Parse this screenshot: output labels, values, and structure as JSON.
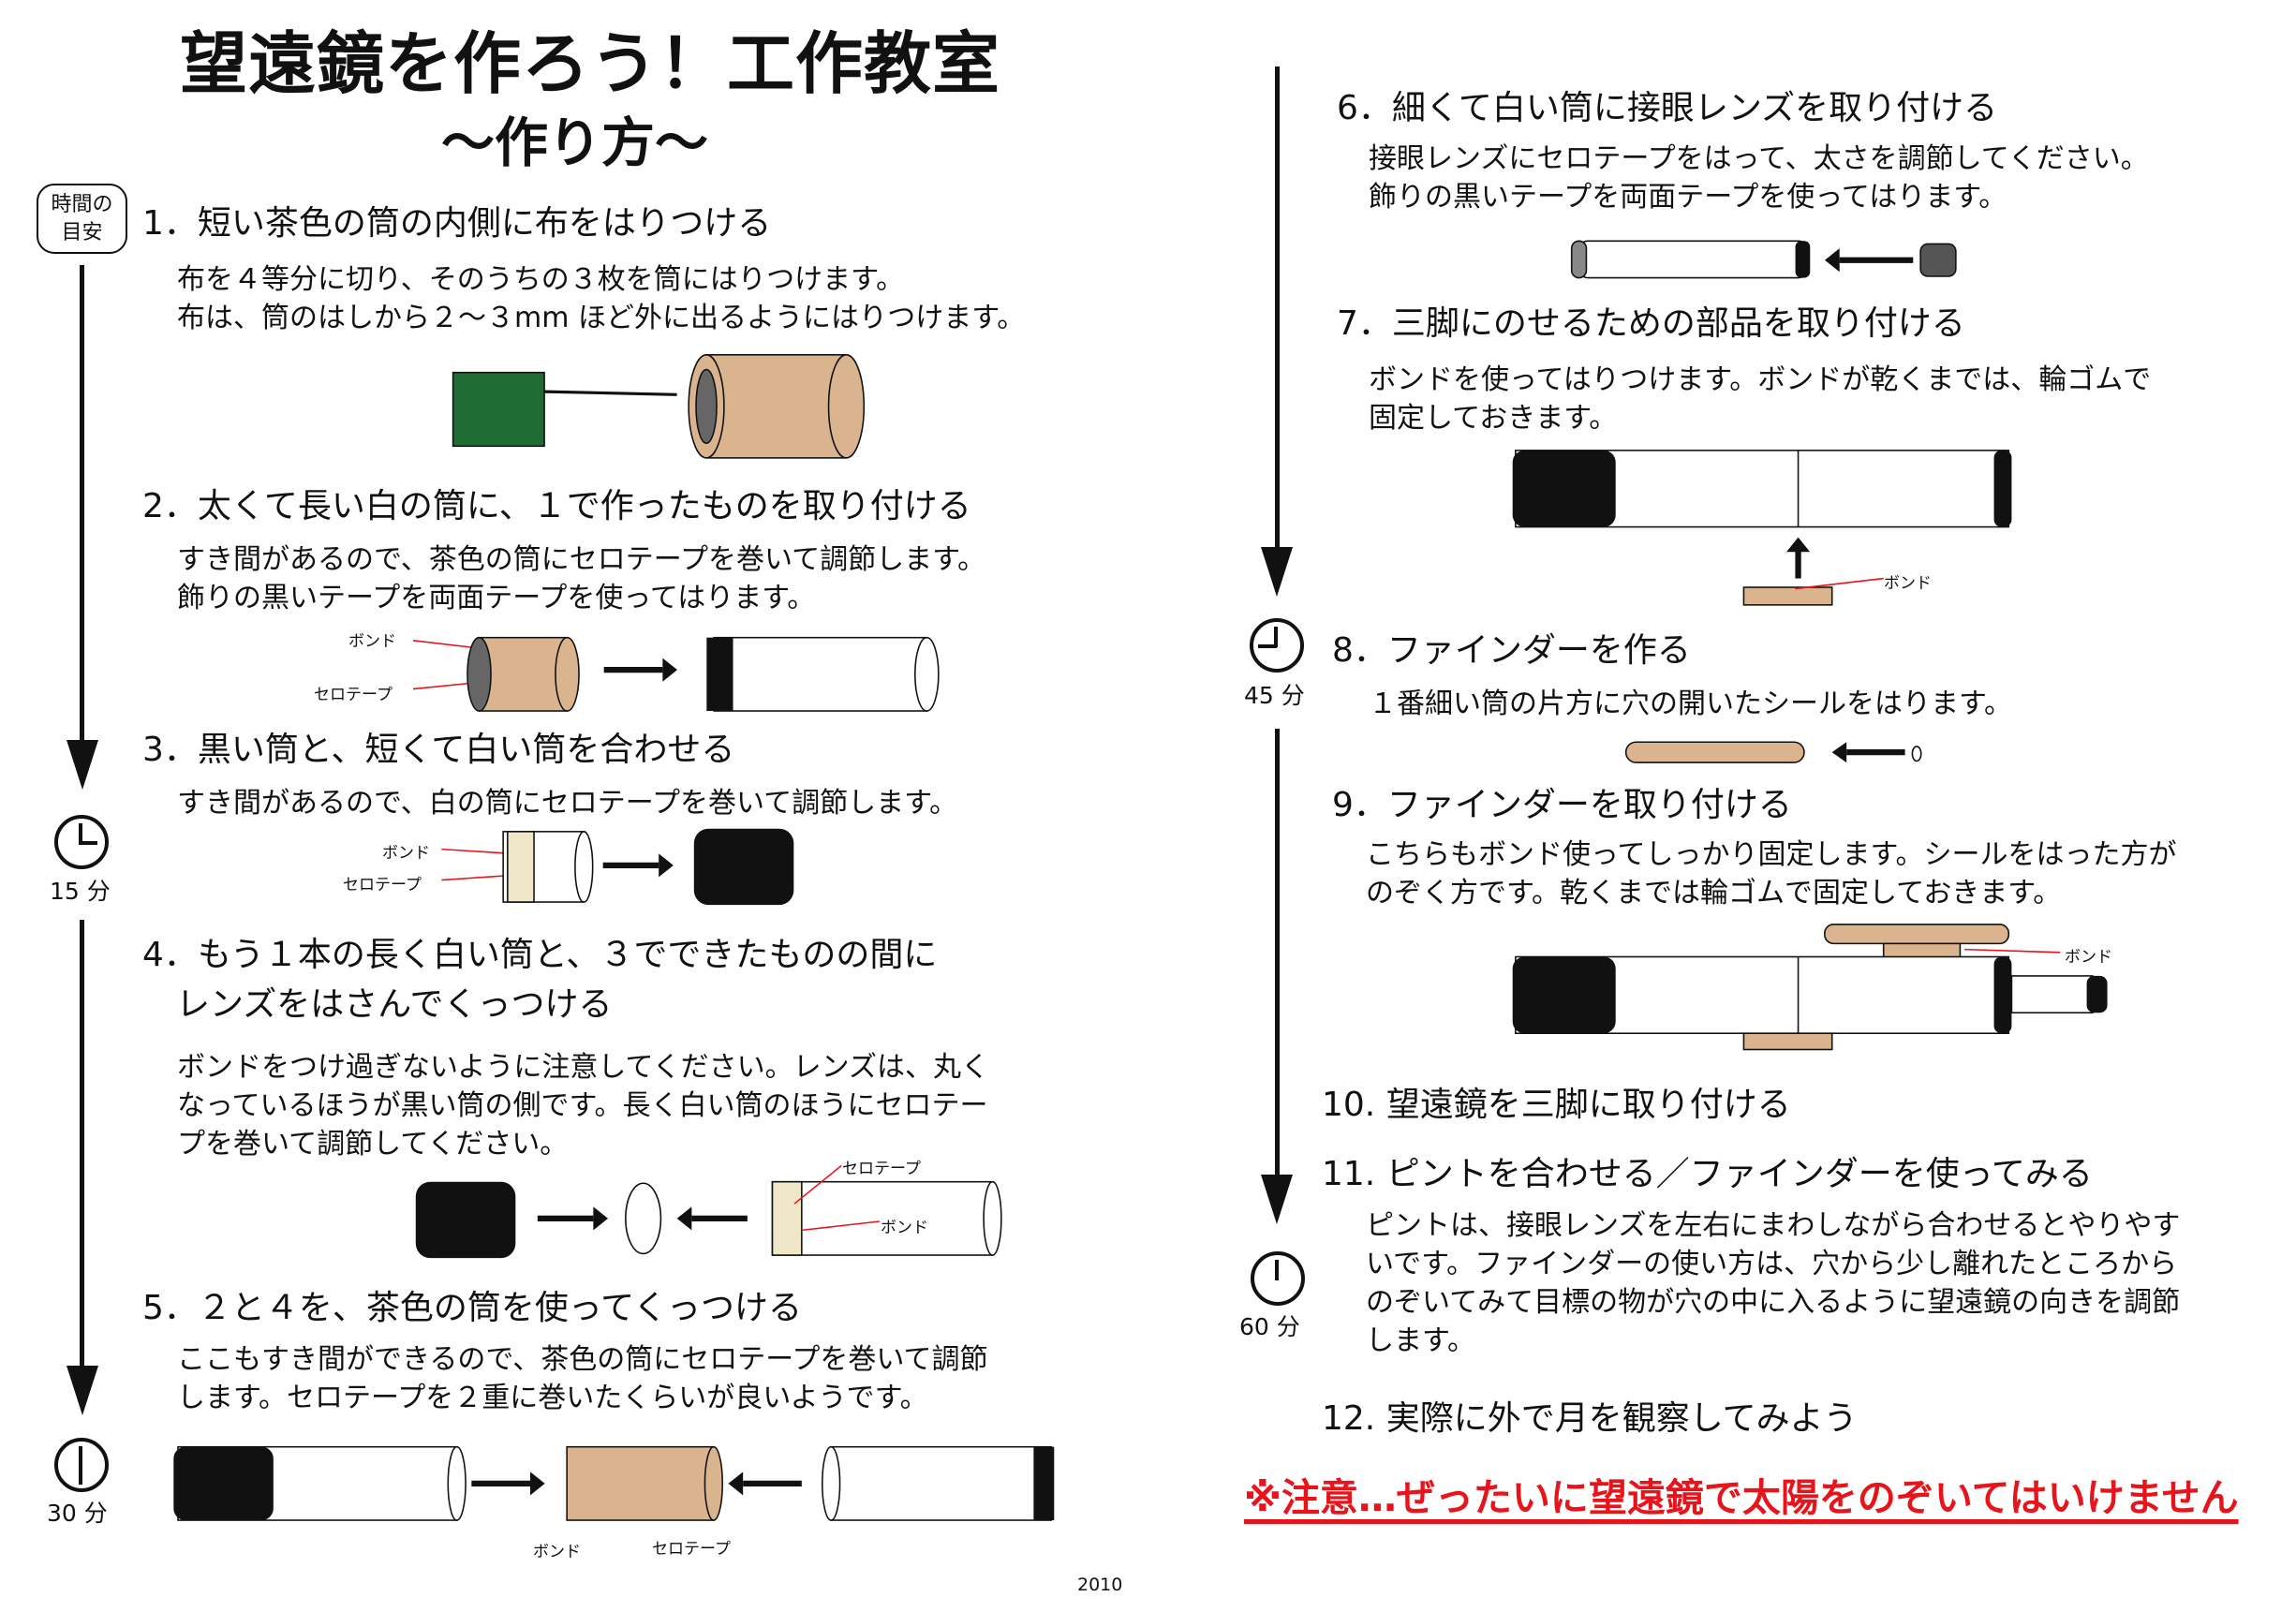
{
  "title": "望遠鏡を作ろう！工作教室",
  "subtitle": "～作り方～",
  "time_badge": [
    "時間の",
    "目安"
  ],
  "times": [
    "15 分",
    "30 分",
    "45 分",
    "60 分"
  ],
  "steps": [
    {
      "heading": "1．短い茶色の筒の内側に布をはりつける",
      "body": [
        "布を４等分に切り、そのうちの３枚を筒にはりつけます。",
        "布は、筒のはしから２～３mm ほど外に出るようにはりつけます。"
      ]
    },
    {
      "heading": "2．太くて長い白の筒に、１で作ったものを取り付ける",
      "body": [
        "すき間があるので、茶色の筒にセロテープを巻いて調節します。",
        "飾りの黒いテープを両面テープを使ってはります。"
      ]
    },
    {
      "heading": "3．黒い筒と、短くて白い筒を合わせる",
      "body": [
        "すき間があるので、白の筒にセロテープを巻いて調節します。"
      ]
    },
    {
      "heading": [
        "4．もう１本の長く白い筒と、３でできたものの間に",
        "　レンズをはさんでくっつける"
      ],
      "body": [
        "ボンドをつけ過ぎないように注意してください。レンズは、丸く",
        "なっているほうが黒い筒の側です。長く白い筒のほうにセロテー",
        "プを巻いて調節してください。"
      ]
    },
    {
      "heading": "5．２と４を、茶色の筒を使ってくっつける",
      "body": [
        "ここもすき間ができるので、茶色の筒にセロテープを巻いて調節",
        "します。セロテープを２重に巻いたくらいが良いようです。"
      ]
    },
    {
      "heading": "6．細くて白い筒に接眼レンズを取り付ける",
      "body": [
        "接眼レンズにセロテープをはって、太さを調節してください。",
        "飾りの黒いテープを両面テープを使ってはります。"
      ]
    },
    {
      "heading": "7．三脚にのせるための部品を取り付ける",
      "body": [
        "ボンドを使ってはりつけます。ボンドが乾くまでは、輪ゴムで",
        "固定しておきます。"
      ]
    },
    {
      "heading": "8．ファインダーを作る",
      "body": [
        "１番細い筒の片方に穴の開いたシールをはります。"
      ]
    },
    {
      "heading": "9．ファインダーを取り付ける",
      "body": [
        "こちらもボンド使ってしっかり固定します。シールをはった方が",
        "のぞく方です。乾くまでは輪ゴムで固定しておきます。"
      ]
    },
    {
      "heading": "10.  望遠鏡を三脚に取り付ける",
      "body": []
    },
    {
      "heading": "11.  ピントを合わせる／ファインダーを使ってみる",
      "body": [
        "ピントは、接眼レンズを左右にまわしながら合わせるとやりやす",
        "いです。ファインダーの使い方は、穴から少し離れたところから",
        "のぞいてみて目標の物が穴の中に入るように望遠鏡の向きを調節",
        "します。"
      ]
    },
    {
      "heading": "12.  実際に外で月を観察してみよう",
      "body": []
    }
  ],
  "labels": {
    "bond": "ボンド",
    "tape": "セロテープ"
  },
  "warning": "※注意…ぜったいに望遠鏡で太陽をのぞいてはいけません",
  "year": "2010",
  "colors": {
    "warning": "#e8141c",
    "tube_brown": "#d9b48f",
    "cloth_green": "#1e6b34"
  }
}
